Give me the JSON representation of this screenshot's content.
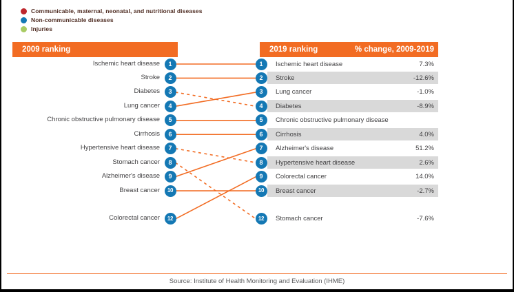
{
  "colors": {
    "orange": "#F26C23",
    "circle_blue": "#1478B4",
    "legend_red": "#BE272D",
    "legend_blue": "#1478B4",
    "legend_green": "#A8CB63",
    "row_shade": "#D9D9D9",
    "label_text": "#414042",
    "legend_text": "#4F2D23",
    "source_text": "#58595B"
  },
  "legend": {
    "items": [
      {
        "label": "Communicable, maternal, neonatal, and nutritional diseases",
        "color": "#BE272D",
        "icon": "legend-dot-communicable-icon"
      },
      {
        "label": "Non-communicable diseases",
        "color": "#1478B4",
        "icon": "legend-dot-noncommunicable-icon"
      },
      {
        "label": "Injuries",
        "color": "#A8CB63",
        "icon": "legend-dot-injuries-icon"
      }
    ]
  },
  "chart_data": {
    "type": "slope-ranking",
    "title_left": "2009 ranking",
    "title_right": "2019 ranking",
    "title_change": "% change, 2009-2019",
    "rows_2009": [
      {
        "rank": 1,
        "label": "Ischemic heart disease"
      },
      {
        "rank": 2,
        "label": "Stroke"
      },
      {
        "rank": 3,
        "label": "Diabetes"
      },
      {
        "rank": 4,
        "label": "Lung cancer"
      },
      {
        "rank": 5,
        "label": "Chronic obstructive pulmonary disease"
      },
      {
        "rank": 6,
        "label": "Cirrhosis"
      },
      {
        "rank": 7,
        "label": "Hypertensive heart disease"
      },
      {
        "rank": 8,
        "label": "Stomach cancer"
      },
      {
        "rank": 9,
        "label": "Alzheimer's disease"
      },
      {
        "rank": 10,
        "label": "Breast cancer"
      },
      {
        "rank": 12,
        "label": "Colorectal cancer"
      }
    ],
    "rows_2019": [
      {
        "rank": 1,
        "label": "Ischemic heart disease",
        "change": "7.3%",
        "shaded": false
      },
      {
        "rank": 2,
        "label": "Stroke",
        "change": "-12.6%",
        "shaded": true
      },
      {
        "rank": 3,
        "label": "Lung cancer",
        "change": "-1.0%",
        "shaded": false
      },
      {
        "rank": 4,
        "label": "Diabetes",
        "change": "-8.9%",
        "shaded": true
      },
      {
        "rank": 5,
        "label": "Chronic obstructive pulmonary disease",
        "change": "",
        "shaded": false
      },
      {
        "rank": 6,
        "label": "Cirrhosis",
        "change": "4.0%",
        "shaded": true
      },
      {
        "rank": 7,
        "label": "Alzheimer's disease",
        "change": "51.2%",
        "shaded": false
      },
      {
        "rank": 8,
        "label": "Hypertensive heart disease",
        "change": "2.6%",
        "shaded": true
      },
      {
        "rank": 9,
        "label": "Colorectal cancer",
        "change": "14.0%",
        "shaded": false
      },
      {
        "rank": 10,
        "label": "Breast cancer",
        "change": "-2.7%",
        "shaded": true
      },
      {
        "rank": 12,
        "label": "Stomach cancer",
        "change": "-7.6%",
        "shaded": false
      }
    ],
    "links": [
      {
        "from": 1,
        "to": 1,
        "style": "solid"
      },
      {
        "from": 2,
        "to": 2,
        "style": "solid"
      },
      {
        "from": 3,
        "to": 4,
        "style": "dashed"
      },
      {
        "from": 4,
        "to": 3,
        "style": "solid"
      },
      {
        "from": 5,
        "to": 5,
        "style": "solid"
      },
      {
        "from": 6,
        "to": 6,
        "style": "solid"
      },
      {
        "from": 7,
        "to": 8,
        "style": "dashed"
      },
      {
        "from": 8,
        "to": 12,
        "style": "dashed"
      },
      {
        "from": 9,
        "to": 7,
        "style": "solid"
      },
      {
        "from": 10,
        "to": 10,
        "style": "solid"
      },
      {
        "from": 12,
        "to": 9,
        "style": "solid"
      }
    ]
  },
  "footer": {
    "source": "Source: Institute of Health Monitoring and Evaluation (IHME)"
  }
}
